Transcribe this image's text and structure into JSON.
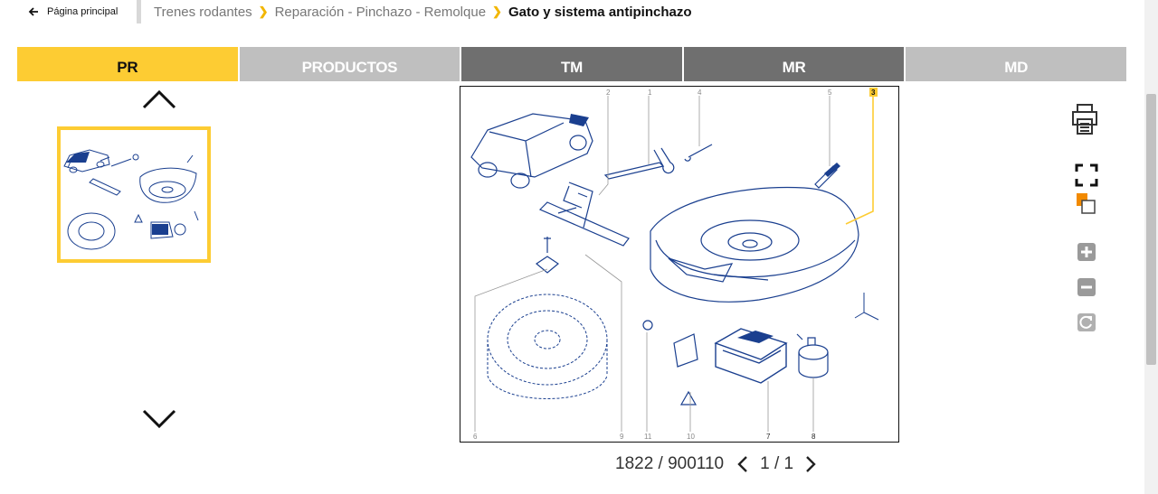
{
  "breadcrumb": {
    "back_label": "Página principal",
    "items": [
      "Trenes rodantes",
      "Reparación - Pinchazo - Remolque",
      "Gato y sistema antipinchazo"
    ]
  },
  "tabs": [
    "PR",
    "PRODUCTOS",
    "TM",
    "MR",
    "MD"
  ],
  "diagram": {
    "callouts": [
      "1",
      "2",
      "3",
      "4",
      "5",
      "6",
      "7",
      "8",
      "9",
      "10",
      "11"
    ],
    "highlighted_callout": "3"
  },
  "pager": {
    "reference": "1822 / 900110",
    "page": "1 / 1"
  },
  "colors": {
    "accent": "#fdcc33",
    "tab_grey": "#bfbfbf",
    "tab_dark": "#6f6f6f",
    "line_blue": "#1a3f8f"
  },
  "icons": [
    "back-arrow-icon",
    "chevron-up-icon",
    "chevron-down-icon",
    "print-icon",
    "fullscreen-icon",
    "overlay-icon",
    "zoom-in-icon",
    "zoom-out-icon",
    "reset-icon"
  ]
}
